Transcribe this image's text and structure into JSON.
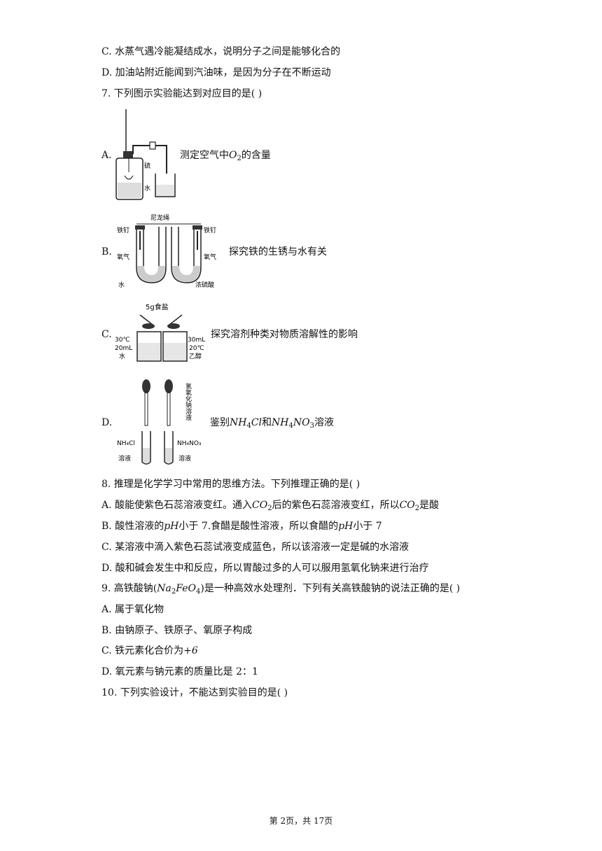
{
  "q6": {
    "opt_c": "C. 水蒸气遇冷能凝结成水，说明分子之间是能够化合的",
    "opt_d": "D. 加油站附近能闻到汽油味，是因为分子在不断运动"
  },
  "q7": {
    "stem": "7. 下列图示实验能达到对应目的是(    )",
    "options": [
      {
        "letter": "A.",
        "cap_pre": "测定空气中",
        "cap_f1": "O",
        "cap_s1": "2",
        "cap_post": "的含量",
        "fig_labels": [
          "硫",
          "水"
        ]
      },
      {
        "letter": "B.",
        "cap": "探究铁的生锈与水有关",
        "fig_labels": [
          "尼龙绳",
          "铁钉",
          "氧气",
          "水",
          "铁钉",
          "氧气",
          "浓硫酸"
        ]
      },
      {
        "letter": "C.",
        "cap": "探究溶剂种类对物质溶解性的影响",
        "fig_labels": [
          "5g食盐",
          "30℃",
          "20mL",
          "水",
          "30mL",
          "20℃",
          "乙醇"
        ]
      },
      {
        "letter": "D.",
        "cap_pre": "鉴别",
        "cap_f1": "NH",
        "cap_s1": "4",
        "cap_f2": "Cl",
        "cap_mid": "和",
        "cap_f3": "NH",
        "cap_s3": "4",
        "cap_f4": "NO",
        "cap_s4": "3",
        "cap_post": "溶液",
        "fig_labels": [
          "氢氧化钠溶液",
          "NH₄Cl",
          "溶液",
          "NH₄NO₃",
          "溶液"
        ]
      }
    ]
  },
  "q8": {
    "stem": "8. 推理是化学学习中常用的思维方法。下列推理正确的是(    )",
    "a_pre": "A. 酸能使紫色石蕊溶液变红。通入",
    "a_f": "CO",
    "a_s": "2",
    "a_mid": "后的紫色石蕊溶液变红，所以",
    "a_f2": "CO",
    "a_s2": "2",
    "a_post": "是酸",
    "b_pre": "B. 酸性溶液的",
    "b_f": "pH",
    "b_mid": "小于 7.食醋是酸性溶液，所以食醋的",
    "b_f2": "pH",
    "b_post": "小于 7",
    "c": "C. 某溶液中滴入紫色石蕊试液变成蓝色，所以该溶液一定是碱的水溶液",
    "d": "D. 酸和碱会发生中和反应，所以胃酸过多的人可以服用氢氧化钠来进行治疗"
  },
  "q9": {
    "stem_pre": "9. 高铁酸钠(",
    "f1": "Na",
    "s1": "2",
    "f2": "FeO",
    "s2": "4",
    "stem_post": ")是一种高效水处理剂．下列有关高铁酸钠的说法正确的是(    )",
    "a": "A. 属于氧化物",
    "b": "B. 由钠原子、铁原子、氧原子构成",
    "c_pre": "C. 铁元素化合价为",
    "c_val": "+6",
    "d": "D. 氧元素与钠元素的质量比是 2：1"
  },
  "q10": {
    "stem": "10. 下列实验设计，不能达到实验目的是(    )"
  },
  "footer": "第 2页，共 17页"
}
